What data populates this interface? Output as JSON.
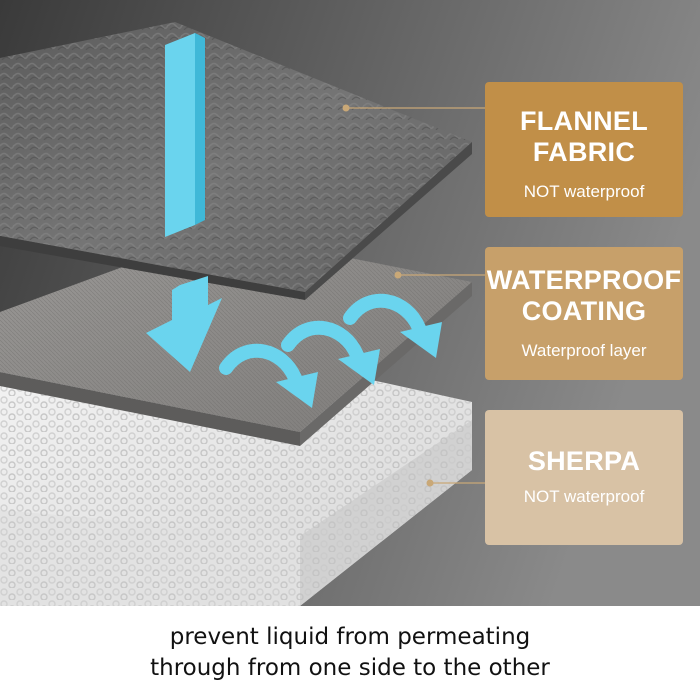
{
  "layers": [
    {
      "title_line1": "FLANNEL",
      "title_line2": "FABRIC",
      "subtitle": "NOT waterproof",
      "box_color": "#c18f48"
    },
    {
      "title_line1": "WATERPROOF",
      "title_line2": "COATING",
      "subtitle": "Waterproof layer",
      "box_color": "#c7a06a"
    },
    {
      "title_line1": "SHERPA",
      "title_line2": "",
      "subtitle": "NOT waterproof",
      "box_color": "#d8c2a5"
    }
  ],
  "caption": {
    "line1": "prevent liquid from permeating",
    "line2": "through from one side to the other"
  },
  "colors": {
    "background_dark": "#5a5a5a",
    "flannel_layer": "#6b6b6b",
    "coating_layer": "#8e8c8a",
    "sherpa_layer": "#ededed",
    "arrow": "#66d3ee",
    "pointer_line": "#c9a877"
  },
  "icons": [
    "down-arrow-icon",
    "curved-arrow-icon"
  ]
}
